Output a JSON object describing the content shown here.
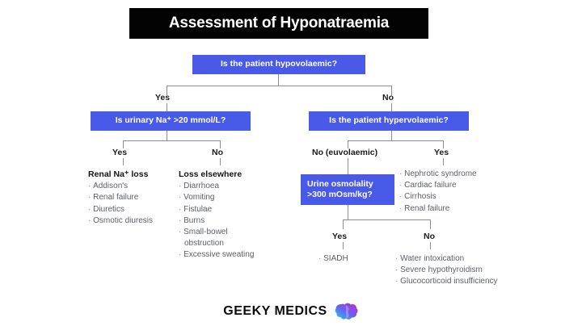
{
  "header": {
    "title": "Assessment of Hyponatraemia"
  },
  "colors": {
    "box_fill": "#4a5ae8",
    "box_text": "#ffffff",
    "title_bar": "#030303",
    "connector": "#8a8d93",
    "list_text": "#5b6066",
    "heading_text": "#141414",
    "brain_gradient_start": "#22d3ee",
    "brain_gradient_mid": "#6366f1",
    "brain_gradient_end": "#c026d3"
  },
  "flow": {
    "root": {
      "label": "Is the patient hypovolaemic?"
    },
    "root_branches": {
      "yes": "Yes",
      "no": "No"
    },
    "hypovolaemic_yes": {
      "box": "Is urinary Na⁺ >20 mmol/L?",
      "branches": {
        "yes": "Yes",
        "no": "No"
      },
      "yes_outcome": {
        "heading": "Renal Na⁺ loss",
        "items": [
          "Addison's",
          "Renal failure",
          "Diuretics",
          "Osmotic diuresis"
        ]
      },
      "no_outcome": {
        "heading": "Loss elsewhere",
        "items": [
          "Diarrhoea",
          "Vomiting",
          "Fistulae",
          "Burns",
          "Small-bowel",
          "obstruction",
          "Excessive sweating"
        ]
      }
    },
    "hypovolaemic_no": {
      "box": "Is the patient hypervolaemic?",
      "branches": {
        "no": "No (euvolaemic)",
        "yes": "Yes"
      },
      "yes_outcome": {
        "items": [
          "Nephrotic syndrome",
          "Cardiac failure",
          "Cirrhosis",
          "Renal failure"
        ]
      },
      "euvolaemic": {
        "box_line1": "Urine osmolality",
        "box_line2": ">300 mOsm/kg?",
        "branches": {
          "yes": "Yes",
          "no": "No"
        },
        "yes_outcome": {
          "items": [
            "SIADH"
          ]
        },
        "no_outcome": {
          "items": [
            "Water intoxication",
            "Severe hypothyroidism",
            "Glucocorticoid insufficiency"
          ]
        }
      }
    }
  },
  "footer": {
    "brand": "GEEKY MEDICS",
    "logo_icon": "brain-icon"
  },
  "bullet": "·"
}
